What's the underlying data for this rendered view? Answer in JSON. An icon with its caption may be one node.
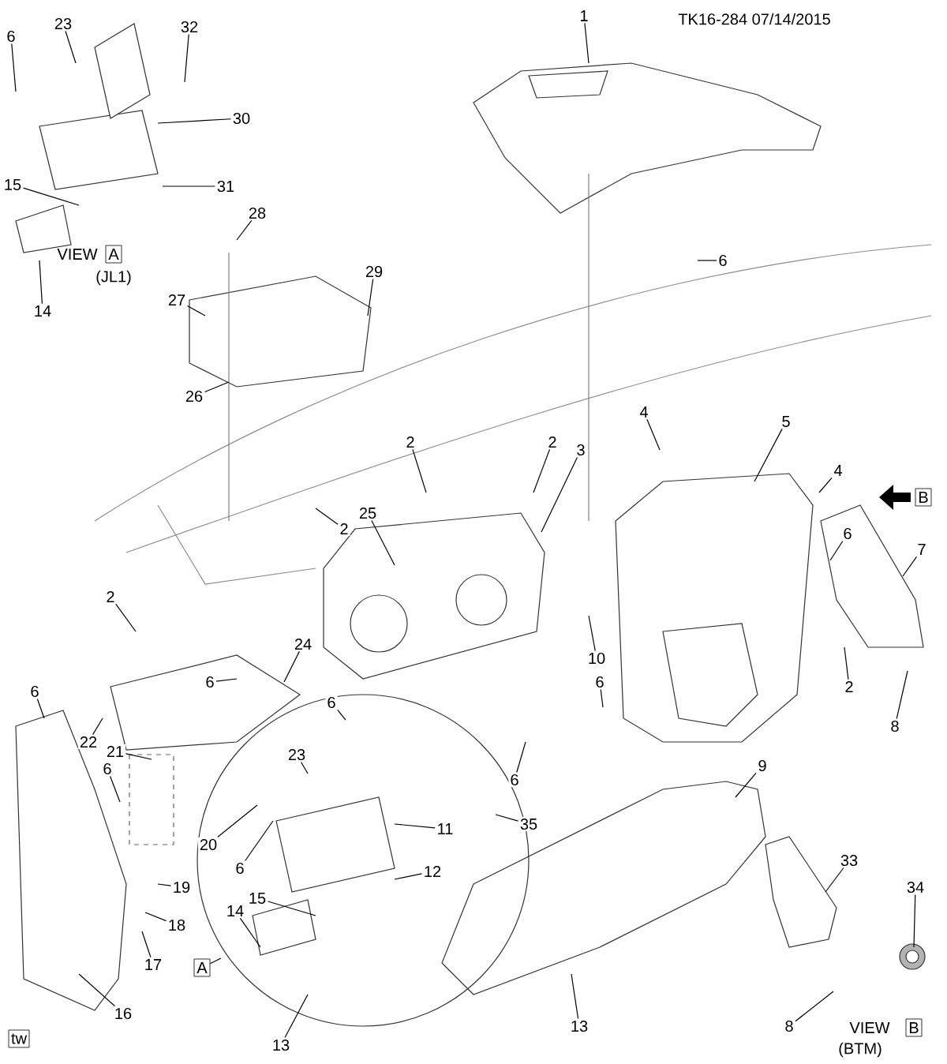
{
  "diagram": {
    "nodes": [
      {
        "text": [
          "23"
        ]
      },
      {
        "text": [
          "32"
        ]
      },
      {
        "text": [
          "6"
        ]
      },
      {
        "text": [
          "30"
        ]
      },
      {
        "text": [
          "15"
        ]
      },
      {
        "text": [
          "31"
        ]
      },
      {
        "text": [
          "14"
        ]
      },
      {
        "text": [
          "28"
        ]
      },
      {
        "text": [
          "29"
        ]
      },
      {
        "text": [
          "27"
        ]
      },
      {
        "text": [
          "26"
        ]
      },
      {
        "text": [
          "1"
        ]
      },
      {
        "text": [
          "6"
        ]
      },
      {
        "text": [
          "2"
        ]
      },
      {
        "text": [
          "2"
        ]
      },
      {
        "text": [
          "3"
        ]
      },
      {
        "text": [
          "4"
        ]
      },
      {
        "text": [
          "5"
        ]
      },
      {
        "text": [
          "4"
        ]
      },
      {
        "text": [
          "2"
        ]
      },
      {
        "text": [
          "25"
        ]
      },
      {
        "text": [
          "2"
        ]
      },
      {
        "text": [
          "6"
        ]
      },
      {
        "text": [
          "7"
        ]
      },
      {
        "text": [
          "24"
        ]
      },
      {
        "text": [
          "6"
        ]
      },
      {
        "text": [
          "6"
        ]
      },
      {
        "text": [
          "10"
        ]
      },
      {
        "text": [
          "2"
        ]
      },
      {
        "text": [
          "8"
        ]
      },
      {
        "text": [
          "6"
        ]
      },
      {
        "text": [
          "6"
        ]
      },
      {
        "text": [
          "22"
        ]
      },
      {
        "text": [
          "21"
        ]
      },
      {
        "text": [
          "6"
        ]
      },
      {
        "text": [
          "23"
        ]
      },
      {
        "text": [
          "11"
        ]
      },
      {
        "text": [
          "20"
        ]
      },
      {
        "text": [
          "6"
        ]
      },
      {
        "text": [
          "9"
        ]
      },
      {
        "text": [
          "35"
        ]
      },
      {
        "text": [
          "6"
        ]
      },
      {
        "text": [
          "19"
        ]
      },
      {
        "text": [
          "18"
        ]
      },
      {
        "text": [
          "12"
        ]
      },
      {
        "text": [
          "15"
        ]
      },
      {
        "text": [
          "14"
        ]
      },
      {
        "text": [
          "17"
        ]
      },
      {
        "text": [
          "16"
        ]
      },
      {
        "text": [
          "13"
        ]
      },
      {
        "text": [
          "13"
        ]
      },
      {
        "text": [
          "33"
        ]
      },
      {
        "text": [
          "34"
        ]
      },
      {
        "text": [
          "8"
        ]
      },
      {
        "text": [
          "A"
        ]
      },
      {
        "text": [
          "A"
        ]
      },
      {
        "text": [
          "B"
        ]
      },
      {
        "text": [
          "B"
        ]
      },
      {
        "text": [
          "tw"
        ]
      }
    ],
    "edges": [
      {
        "from": 0,
        "to": null,
        "arrow": "none"
      },
      {
        "from": 1,
        "to": null,
        "arrow": "none"
      },
      {
        "from": 2,
        "to": null,
        "arrow": "none"
      },
      {
        "from": 3,
        "to": null,
        "arrow": "none"
      },
      {
        "from": 4,
        "to": null,
        "arrow": "none"
      },
      {
        "from": 5,
        "to": null,
        "arrow": "none"
      },
      {
        "from": 6,
        "to": null,
        "arrow": "none"
      },
      {
        "from": 7,
        "to": null,
        "arrow": "none"
      },
      {
        "from": 8,
        "to": null,
        "arrow": "none"
      },
      {
        "from": 9,
        "to": null,
        "arrow": "none"
      },
      {
        "from": 10,
        "to": null,
        "arrow": "none"
      },
      {
        "from": 11,
        "to": null,
        "arrow": "none"
      },
      {
        "from": 12,
        "to": null,
        "arrow": "none"
      },
      {
        "from": 13,
        "to": null,
        "arrow": "none"
      },
      {
        "from": 14,
        "to": null,
        "arrow": "none"
      },
      {
        "from": 15,
        "to": null,
        "arrow": "none"
      },
      {
        "from": 16,
        "to": null,
        "arrow": "none"
      },
      {
        "from": 17,
        "to": null,
        "arrow": "none"
      },
      {
        "from": 18,
        "to": null,
        "arrow": "none"
      },
      {
        "from": 19,
        "to": null,
        "arrow": "none"
      },
      {
        "from": 20,
        "to": null,
        "arrow": "none"
      },
      {
        "from": 21,
        "to": null,
        "arrow": "none"
      },
      {
        "from": 22,
        "to": null,
        "arrow": "none"
      },
      {
        "from": 23,
        "to": null,
        "arrow": "none"
      },
      {
        "from": 24,
        "to": null,
        "arrow": "none"
      },
      {
        "from": 25,
        "to": null,
        "arrow": "none"
      },
      {
        "from": 26,
        "to": null,
        "arrow": "none"
      },
      {
        "from": 27,
        "to": null,
        "arrow": "none"
      },
      {
        "from": 28,
        "to": null,
        "arrow": "none"
      },
      {
        "from": 29,
        "to": null,
        "arrow": "none"
      },
      {
        "from": 30,
        "to": null,
        "arrow": "none"
      },
      {
        "from": 31,
        "to": null,
        "arrow": "none"
      },
      {
        "from": 32,
        "to": null,
        "arrow": "none"
      },
      {
        "from": 33,
        "to": null,
        "arrow": "none"
      },
      {
        "from": 34,
        "to": null,
        "arrow": "none"
      },
      {
        "from": 35,
        "to": null,
        "arrow": "none"
      },
      {
        "from": 36,
        "to": null,
        "arrow": "none"
      },
      {
        "from": 37,
        "to": null,
        "arrow": "none"
      },
      {
        "from": 38,
        "to": null,
        "arrow": "none"
      },
      {
        "from": 39,
        "to": null,
        "arrow": "none"
      },
      {
        "from": 40,
        "to": null,
        "arrow": "none"
      },
      {
        "from": 41,
        "to": null,
        "arrow": "none"
      },
      {
        "from": 42,
        "to": null,
        "arrow": "none"
      },
      {
        "from": 43,
        "to": null,
        "arrow": "none"
      },
      {
        "from": 44,
        "to": null,
        "arrow": "none"
      },
      {
        "from": 45,
        "to": null,
        "arrow": "none"
      },
      {
        "from": 46,
        "to": null,
        "arrow": "none"
      },
      {
        "from": 47,
        "to": null,
        "arrow": "none"
      },
      {
        "from": 48,
        "to": null,
        "arrow": "none"
      },
      {
        "from": 49,
        "to": null,
        "arrow": "none"
      },
      {
        "from": 50,
        "to": null,
        "arrow": "none"
      },
      {
        "from": 51,
        "to": null,
        "arrow": "none"
      },
      {
        "from": 52,
        "to": null,
        "arrow": "none"
      },
      {
        "from": 53,
        "to": null,
        "arrow": "none"
      },
      {
        "from": 55,
        "to": null,
        "arrow": "none"
      }
    ],
    "labels": [
      "TK16-284  07/14/2015",
      "VIEW",
      "(JL1)",
      "VIEW",
      "(BTM)"
    ]
  }
}
